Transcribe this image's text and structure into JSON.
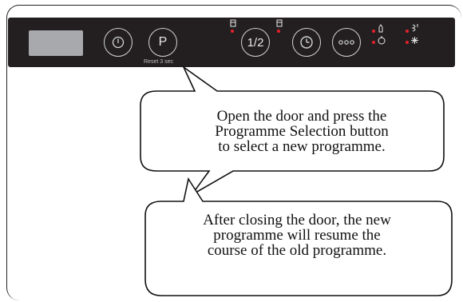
{
  "panel": {
    "colors": {
      "panel_bg": "#231f20",
      "led": "#e8202a",
      "display": "#a7a9ac"
    },
    "buttons": [
      {
        "name": "power",
        "icon": "power-icon",
        "label": ""
      },
      {
        "name": "programme",
        "icon": "",
        "label": "P"
      },
      {
        "name": "half-load",
        "icon": "",
        "label": "1/2"
      },
      {
        "name": "delay-timer",
        "icon": "clock-icon",
        "label": ""
      },
      {
        "name": "options",
        "icon": "three-dots-icon",
        "label": ""
      }
    ],
    "reset_label": "Reset 3 sec"
  },
  "callouts": {
    "first": [
      "Open the door and press the",
      "Programme Selection button",
      "to select a new programme."
    ],
    "second": [
      "After closing the door, the new",
      "programme will resume the",
      "course of the old programme."
    ]
  }
}
